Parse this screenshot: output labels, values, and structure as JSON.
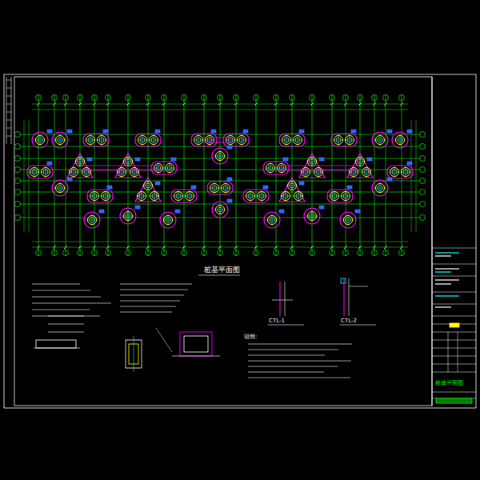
{
  "diagram": {
    "title": "桩基平面图",
    "labels": [
      "说明:",
      "CTL-1",
      "CTL-2",
      "桩基平面图"
    ]
  }
}
